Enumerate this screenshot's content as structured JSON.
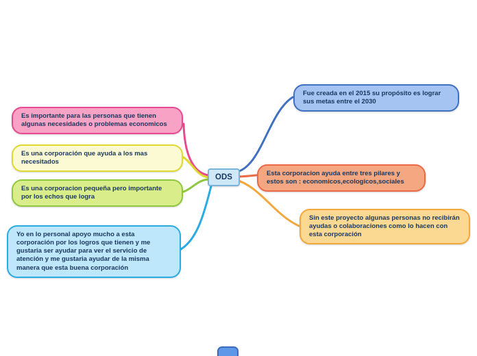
{
  "root": {
    "label": "ODS",
    "fill": "#cfe8f8",
    "border": "#7ab4d8"
  },
  "branches": [
    {
      "id": "importance",
      "label": "Es importante para las personas que tienen algunas necesidades o problemas economicos",
      "fill": "#f8a3c5",
      "border": "#e9498f",
      "line": "#e9498f"
    },
    {
      "id": "helps-needy",
      "label": "Es una corporación que ayuda a los mas necesitados",
      "fill": "#fcfad2",
      "border": "#dfd930",
      "line": "#dfd930"
    },
    {
      "id": "small-corp",
      "label": "Es una corporacion pequeña pero importante por los echos que logra",
      "fill": "#d9ee8a",
      "border": "#8fc73e",
      "line": "#8fc73e"
    },
    {
      "id": "personal-support",
      "label": "Yo en lo personal apoyo mucho a esta corporación por los logros que tienen y me gustaria ser ayudar para ver el servicio de atención y me gustaria ayudar de la misma manera que esta buena corporación",
      "fill": "#bfe7fb",
      "border": "#2aabe2",
      "line": "#2aabe2"
    },
    {
      "id": "created-2015",
      "label": "Fue creada en el 2015 su propósito es lograr sus metas entre el 2030",
      "fill": "#a6c4f2",
      "border": "#4070c0",
      "line": "#4070c0"
    },
    {
      "id": "three-pillars",
      "label": "Esta corporacion ayuda entre tres pilares y estos son : economicos,ecologicos,sociales",
      "fill": "#f4a780",
      "border": "#ec6a45",
      "line": "#ec6a45"
    },
    {
      "id": "without-project",
      "label": "Sin este proyecto algunas personas no recibirán ayudas o colaboraciones como lo hacen con esta corporación",
      "fill": "#fbd992",
      "border": "#f2a83c",
      "line": "#f2a83c"
    }
  ],
  "partial_node": {
    "fill": "#5e97e8",
    "border": "#3b6cc0"
  }
}
